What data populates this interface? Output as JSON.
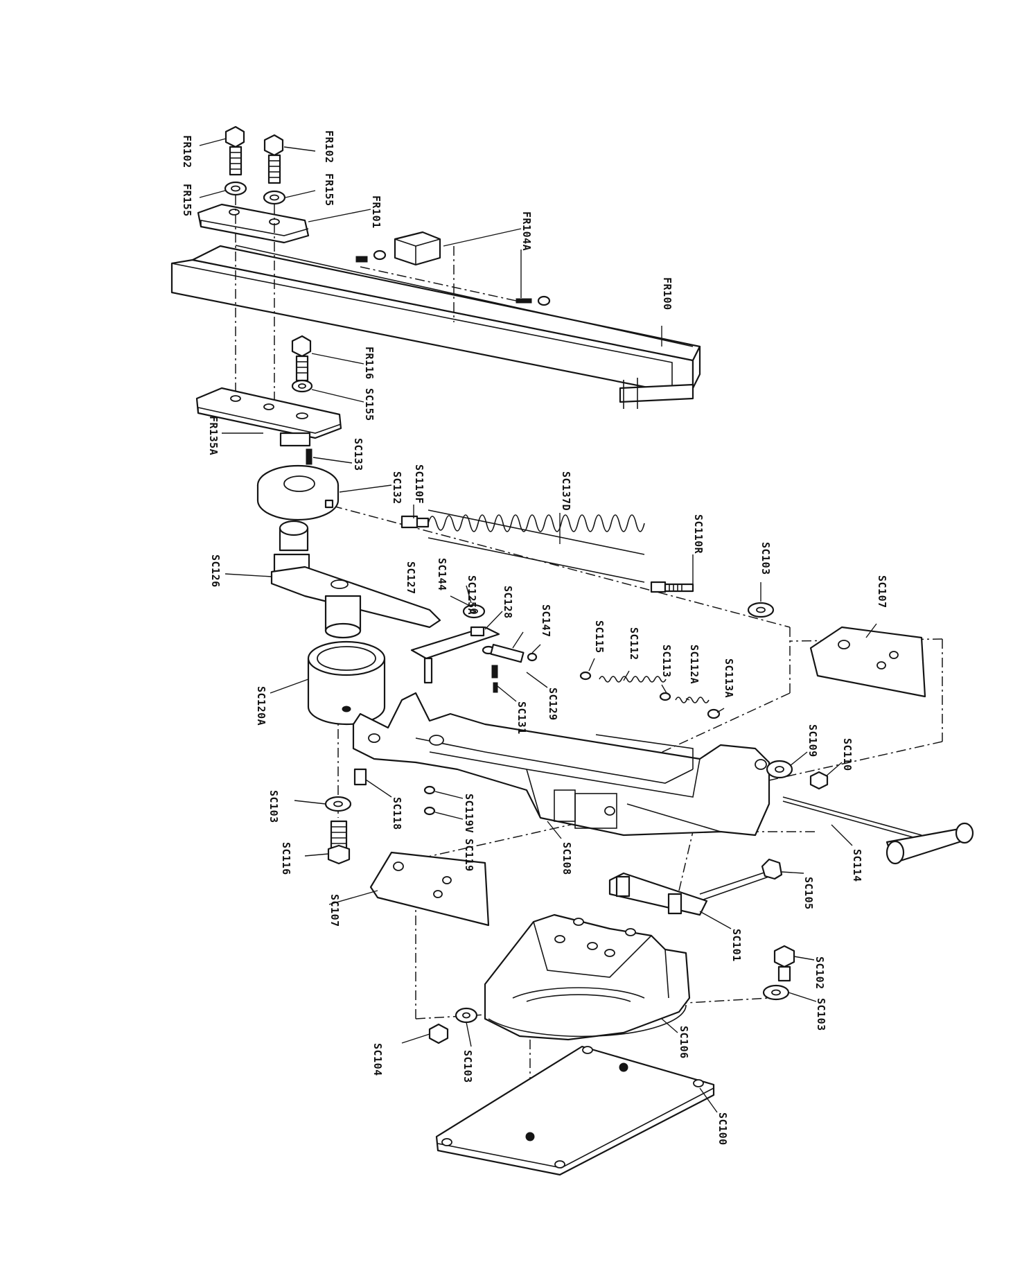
{
  "diagram": {
    "colors": {
      "ink": "#151515",
      "paper": "#ffffff"
    },
    "labels": {
      "fr102_left": "FR102",
      "fr102_right": "FR102",
      "fr155_left": "FR155",
      "fr155_right": "FR155",
      "fr101": "FR101",
      "fr104a": "FR104A",
      "fr100": "FR100",
      "fr116": "FR116",
      "sc155": "SC155",
      "fr135a": "FR135A",
      "sc133": "SC133",
      "sc132": "SC132",
      "sc110f": "SC110F",
      "sc137d": "SC137D",
      "sc110r": "SC110R",
      "sc103_top": "SC103",
      "sc107_right": "SC107",
      "sc126": "SC126",
      "sc127": "SC127",
      "sc144": "SC144",
      "sc125a": "SC125A",
      "sc128": "SC128",
      "sc147": "SC147",
      "sc115": "SC115",
      "sc112": "SC112",
      "sc113": "SC113",
      "sc112a": "SC112A",
      "sc113a": "SC113A",
      "sc129": "SC129",
      "sc131": "SC131",
      "sc120a": "SC120A",
      "sc109": "SC109",
      "sc110": "SC110",
      "sc103_left": "SC103",
      "sc116": "SC116",
      "sc118": "SC118",
      "sc119v": "SC119V",
      "sc119": "SC119",
      "sc108": "SC108",
      "sc114": "SC114",
      "sc105": "SC105",
      "sc107_left": "SC107",
      "sc101": "SC101",
      "sc102": "SC102",
      "sc103_right": "SC103",
      "sc106": "SC106",
      "sc104": "SC104",
      "sc103_bottom": "SC103",
      "sc100": "SC100"
    }
  }
}
